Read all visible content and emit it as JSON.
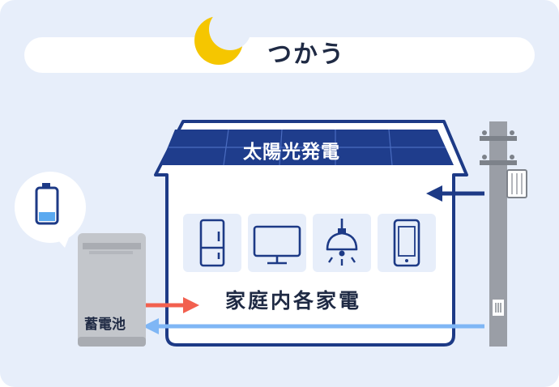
{
  "header": {
    "title": "つかう",
    "time_icon": "crescent-moon-icon"
  },
  "house": {
    "solar_label": "太陽光発電",
    "appliances_label": "家庭内各家電",
    "appliances": [
      "refrigerator-icon",
      "television-icon",
      "ceiling-lamp-icon",
      "smartphone-icon"
    ]
  },
  "battery": {
    "label": "蓄電池",
    "bubble_icon": "battery-low-icon"
  },
  "utility_pole": {
    "icon": "utility-pole-icon"
  },
  "colors": {
    "background": "#e7eefa",
    "panel": "#1f3d8c",
    "house_outline": "#1d3a86",
    "moon": "#f5c600",
    "arrow_grid": "#1d3a86",
    "arrow_battery_out": "#f2604f",
    "arrow_grid_to_battery": "#7fb6f5",
    "battery_level": "#5aa9f0"
  }
}
